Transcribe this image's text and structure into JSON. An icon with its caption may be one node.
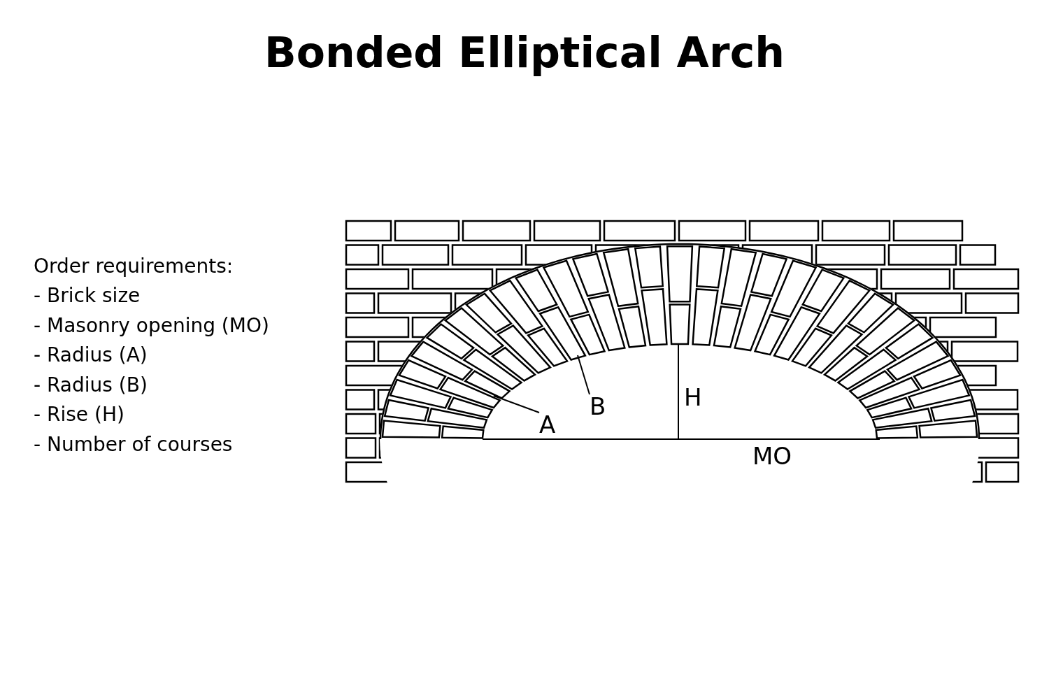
{
  "diagram": {
    "title": "Bonded Elliptical Arch",
    "nodes": [
      {
        "text": [
          "A"
        ]
      },
      {
        "text": [
          "B"
        ]
      }
    ],
    "edges": [
      {
        "from": 0,
        "to": null,
        "arrow": "none"
      },
      {
        "from": 1,
        "to": null,
        "arrow": "none"
      }
    ],
    "labels": [
      "Order requirements:",
      "- Brick size",
      "- Masonry opening (MO)",
      "- Radius (A)",
      "- Radius (B)",
      "- Rise (H)",
      "- Number of courses",
      "H",
      "MO"
    ]
  }
}
